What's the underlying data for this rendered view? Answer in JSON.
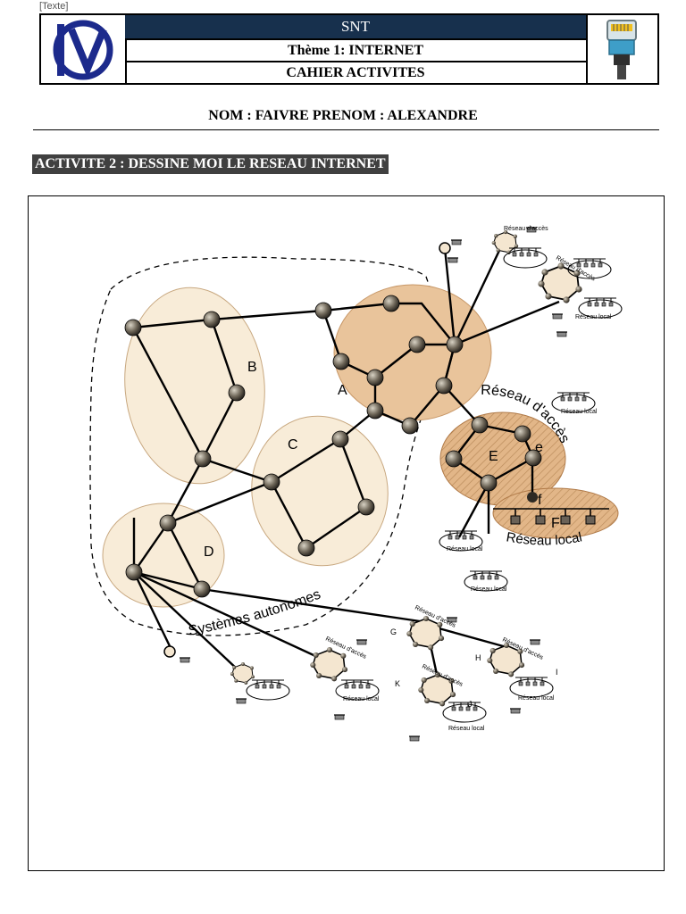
{
  "page": {
    "corner_label": "[Texte]"
  },
  "header": {
    "subject": "SNT",
    "theme": "Thème 1: INTERNET",
    "notebook": "CAHIER ACTIVITES",
    "logo_icon": "ld-logo-icon",
    "right_icon": "ethernet-plug-icon",
    "dark_color": "#17304d",
    "logo_color": "#1c2a8c"
  },
  "student": {
    "line": "NOM : FAIVRE PRENOM : ALEXANDRE"
  },
  "activity": {
    "title": "ACTIVITE 2 : DESSINE MOI LE RESEAU INTERNET"
  },
  "diagram": {
    "fill_light": "#f8ecd8",
    "fill_orange": "#e9c49b",
    "labels": {
      "A": "A",
      "B": "B",
      "C": "C",
      "D": "D",
      "E": "E",
      "F": "F",
      "e": "e",
      "f": "f",
      "G": "G",
      "H": "H",
      "I": "I",
      "J": "J",
      "K": "K",
      "systems": "Systèmes autonomes",
      "access_net": "Réseau d'accès",
      "local_net": "Réseau local",
      "mini_access": "Réseau d'accès",
      "mini_local": "Réseau local"
    }
  }
}
